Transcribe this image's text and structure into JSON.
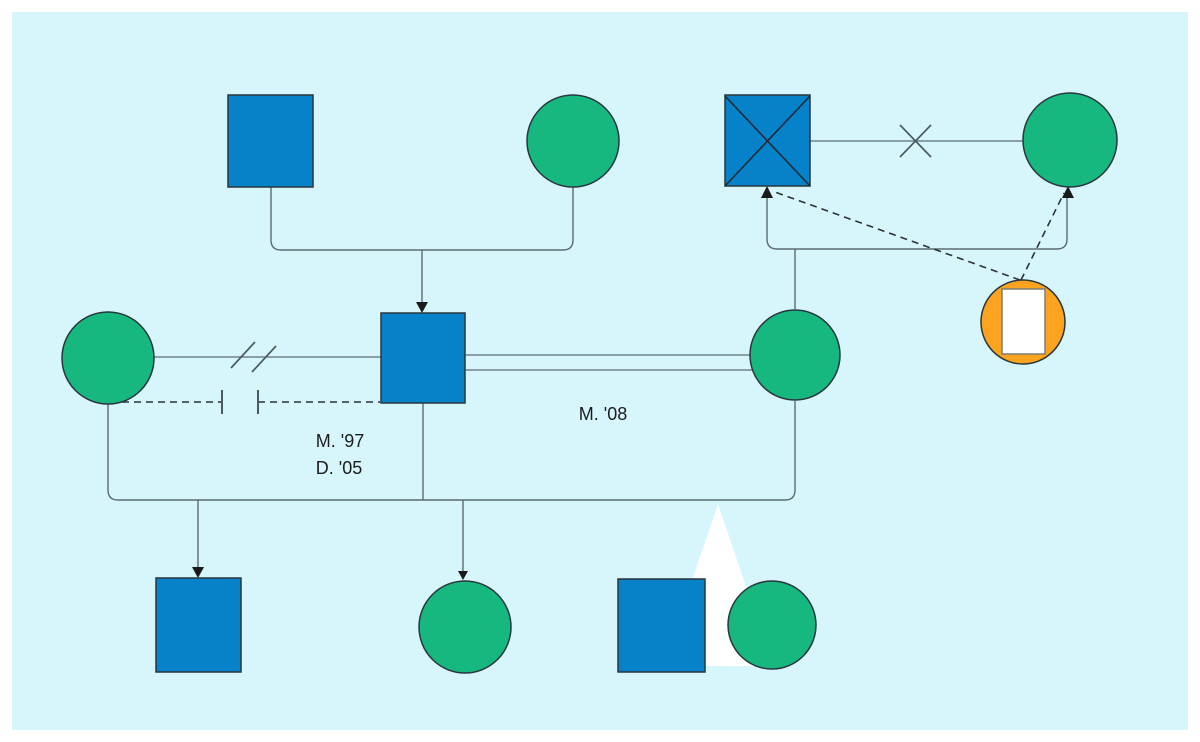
{
  "diagram": {
    "type": "genogram",
    "page_color": "#FFFFFF",
    "board_color": "#D7F6FC",
    "colors": {
      "male": "#0682CB",
      "female": "#17B880",
      "donor": "#FCA41F",
      "donor_inner": "#FFFFFF",
      "twin_triangle": "#FFFFFF",
      "connector": "#5C6B72",
      "dashed_line": "#2B3338",
      "shape_stroke": "#29363D",
      "arrow": "#1A1A1A",
      "text": "#1C1C1C"
    },
    "labels": {
      "union_left": {
        "marriage": "M. '97",
        "divorce": "D. '05"
      },
      "union_right": {
        "marriage": "M. '08"
      }
    },
    "nodes": [
      {
        "id": "grandfather-left",
        "symbol": "square",
        "meaning": "male"
      },
      {
        "id": "grandmother-left",
        "symbol": "circle",
        "meaning": "female"
      },
      {
        "id": "grandfather-right",
        "symbol": "square-with-x",
        "meaning": "deceased male"
      },
      {
        "id": "grandmother-right",
        "symbol": "circle",
        "meaning": "female"
      },
      {
        "id": "ex-partner",
        "symbol": "circle",
        "meaning": "female"
      },
      {
        "id": "central-man",
        "symbol": "square",
        "meaning": "male"
      },
      {
        "id": "current-partner",
        "symbol": "circle",
        "meaning": "female"
      },
      {
        "id": "donor",
        "symbol": "circle-with-rectangle",
        "meaning": "orange circle containing white rectangle"
      },
      {
        "id": "child-1",
        "symbol": "square",
        "meaning": "male child"
      },
      {
        "id": "child-2",
        "symbol": "circle",
        "meaning": "female child"
      },
      {
        "id": "child-3",
        "symbol": "square",
        "meaning": "male twin"
      },
      {
        "id": "child-4",
        "symbol": "circle",
        "meaning": "female twin"
      }
    ],
    "relationships": [
      {
        "between": [
          "ex-partner",
          "central-man"
        ],
        "style": "solid line with double slash",
        "labels": [
          "M. '97",
          "D. '05"
        ]
      },
      {
        "between": [
          "ex-partner",
          "central-man"
        ],
        "style": "dashed line with facing end bars (cutoff)"
      },
      {
        "between": [
          "central-man",
          "current-partner"
        ],
        "style": "double solid line",
        "labels": [
          "M. '08"
        ]
      },
      {
        "between": [
          "grandfather-right",
          "grandmother-right"
        ],
        "style": "solid line with X mark"
      },
      {
        "between": [
          "grandparents-left",
          "central-man"
        ],
        "style": "family bar with downward arrow"
      },
      {
        "between": [
          "family-bar-right",
          "grandfather-right"
        ],
        "style": "solid upward arrow"
      },
      {
        "between": [
          "family-bar-right",
          "grandmother-right"
        ],
        "style": "solid upward arrow"
      },
      {
        "between": [
          "donor",
          "grandfather-right"
        ],
        "style": "dashed arrow"
      },
      {
        "between": [
          "donor",
          "grandmother-right"
        ],
        "style": "dashed arrow"
      },
      {
        "between": [
          "sibling-bar",
          "child-1"
        ],
        "style": "downward arrow"
      },
      {
        "between": [
          "sibling-bar",
          "child-2"
        ],
        "style": "downward arrow"
      },
      {
        "between": [
          "sibling-bar",
          "child-3",
          "child-4"
        ],
        "style": "white triangle (twins)"
      }
    ]
  }
}
